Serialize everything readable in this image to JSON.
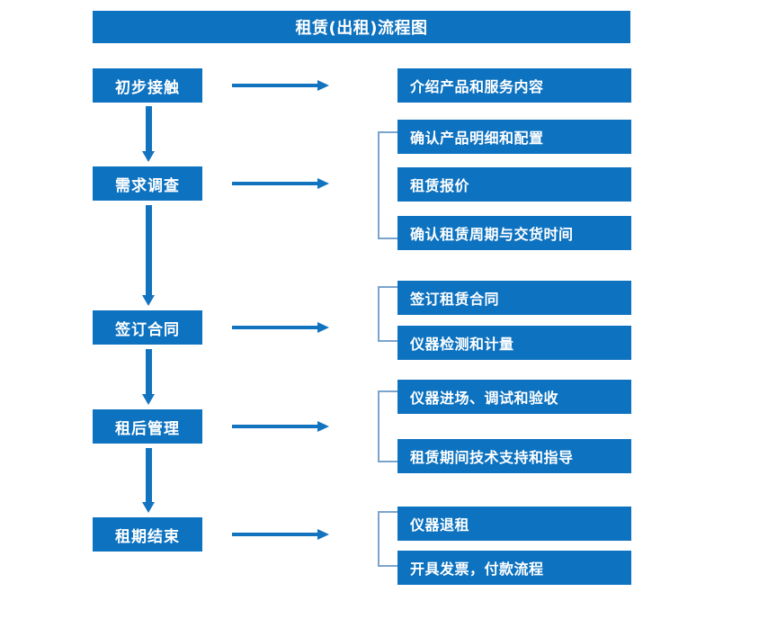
{
  "diagram": {
    "title": "租赁(出租)流程图",
    "accent_color": "#0d72c0",
    "arrow_color": "#1273bf",
    "bracket_color": "#7aa4cd",
    "text_color": "#ffffff",
    "background_color": "#ffffff",
    "stages": [
      {
        "id": "stage-1",
        "label": "初步接触"
      },
      {
        "id": "stage-2",
        "label": "需求调查"
      },
      {
        "id": "stage-3",
        "label": "签订合同"
      },
      {
        "id": "stage-4",
        "label": "租后管理"
      },
      {
        "id": "stage-5",
        "label": "租期结束"
      }
    ],
    "details": {
      "group1": [
        "介绍产品和服务内容"
      ],
      "group2": [
        "确认产品明细和配置",
        "租赁报价",
        "确认租赁周期与交货时间"
      ],
      "group3": [
        "签订租赁合同",
        "仪器检测和计量"
      ],
      "group4": [
        "仪器进场、调试和验收",
        "租赁期间技术支持和指导"
      ],
      "group5": [
        "仪器退租",
        "开具发票，付款流程"
      ]
    }
  }
}
